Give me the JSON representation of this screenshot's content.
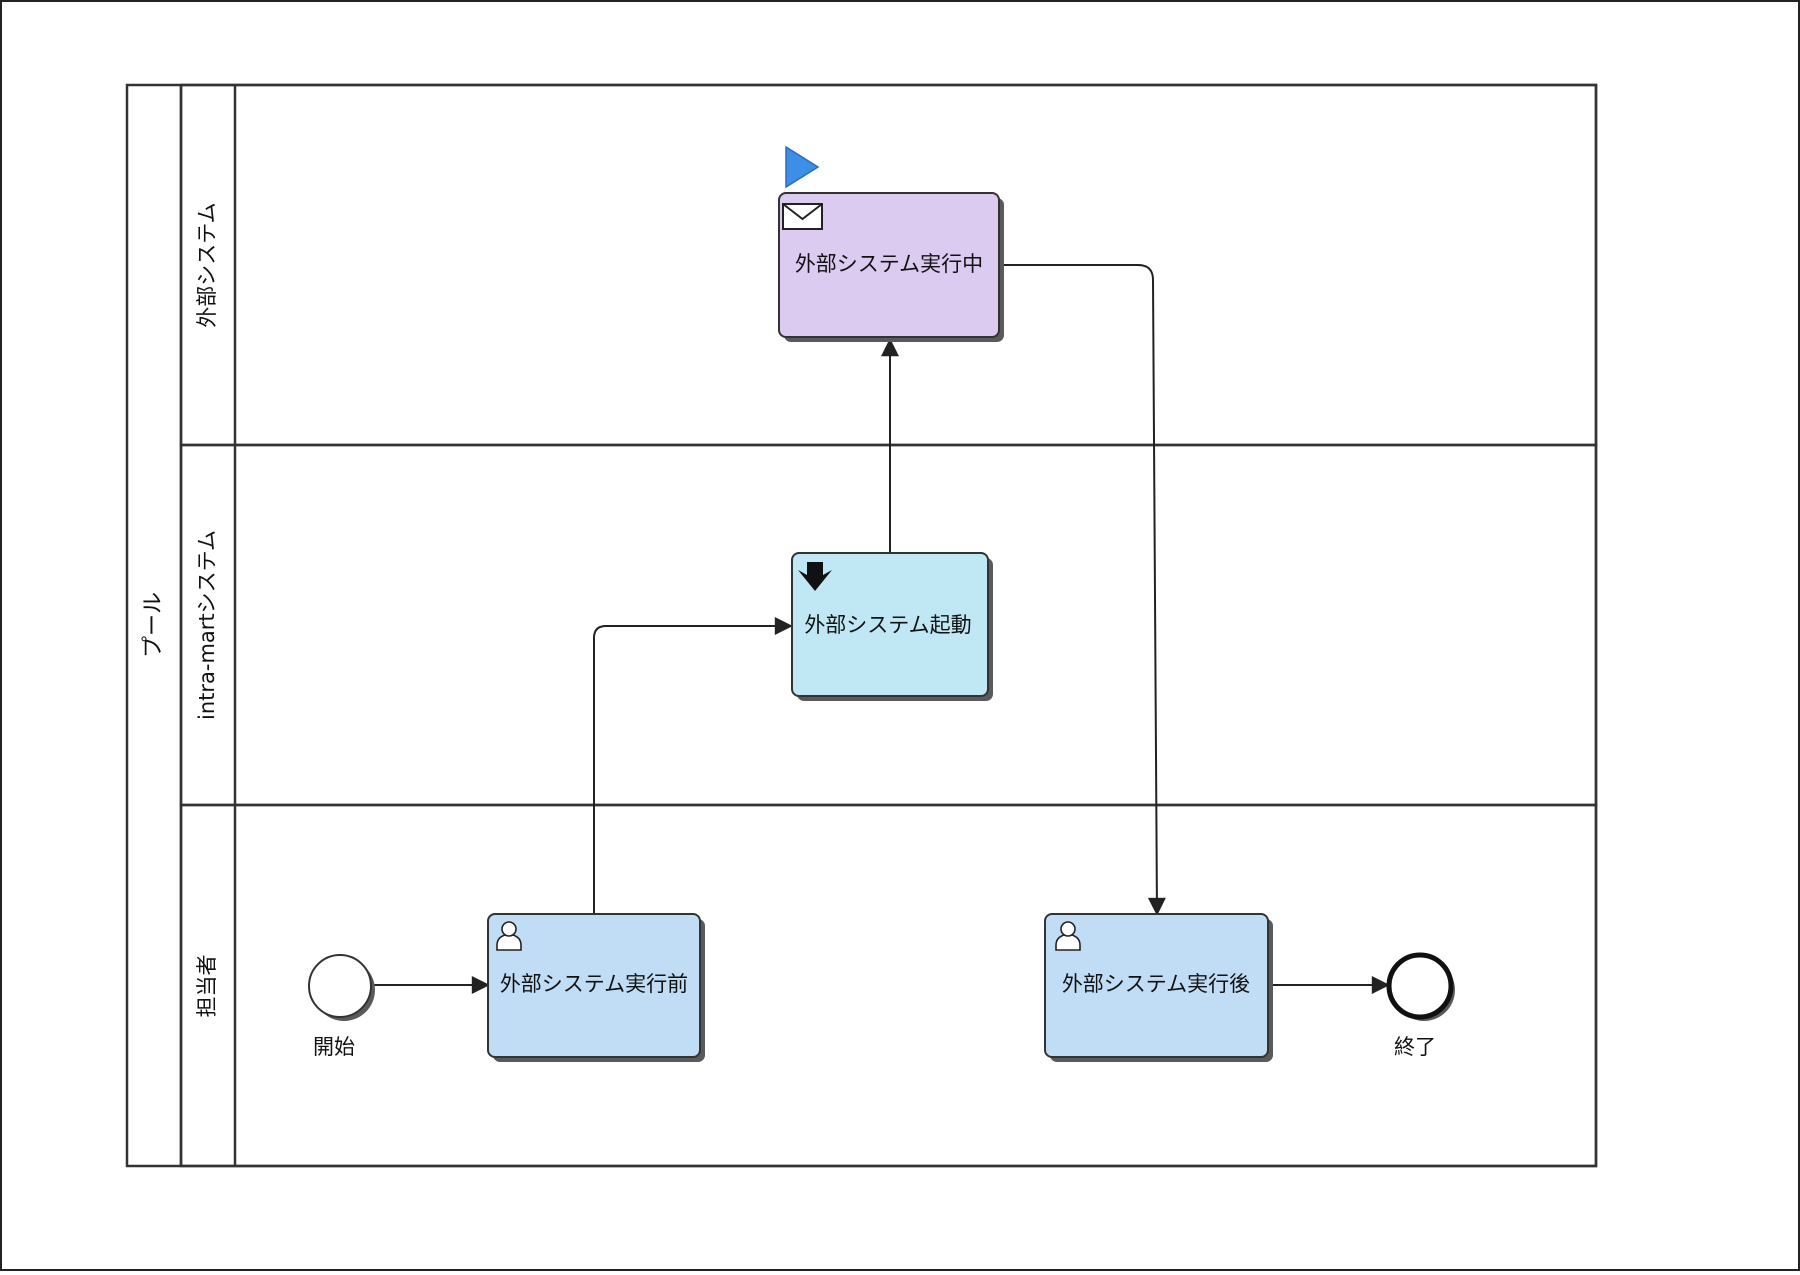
{
  "pool": {
    "label": "プール"
  },
  "lanes": [
    {
      "id": "external",
      "label": "外部システム"
    },
    {
      "id": "intramart",
      "label": "intra-martシステム"
    },
    {
      "id": "person",
      "label": "担当者"
    }
  ],
  "tasks": {
    "external_running": {
      "label": "外部システム実行中",
      "type": "receive",
      "marker": "message-envelope-icon",
      "fill": "#dccbf0"
    },
    "external_start": {
      "label": "外部システム起動",
      "type": "script",
      "marker": "down-arrow-icon",
      "fill": "#c0e8f4"
    },
    "before": {
      "label": "外部システム実行前",
      "type": "user",
      "marker": "user-icon",
      "fill": "#c1ddf5"
    },
    "after": {
      "label": "外部システム実行後",
      "type": "user",
      "marker": "user-icon",
      "fill": "#c1ddf5"
    }
  },
  "events": {
    "start": {
      "label": "開始"
    },
    "end": {
      "label": "終了"
    }
  },
  "flag": {
    "icon": "play-flag-icon",
    "color": "#3d8ee6"
  },
  "colors": {
    "stroke": "#333333",
    "shadow": "#5a5a5a"
  }
}
